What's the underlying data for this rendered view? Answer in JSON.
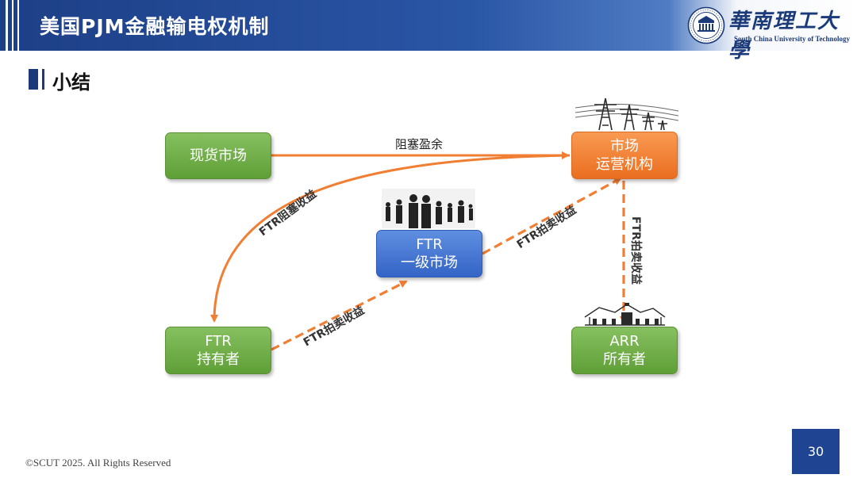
{
  "header": {
    "title": "美国PJM金融输电权机制",
    "university_cn": "華南理工大學",
    "university_en": "South China University of Technology",
    "brand_color": "#1f4592"
  },
  "section": {
    "title": "小结"
  },
  "nodes": {
    "spot_market": {
      "lines": [
        "现货市场"
      ],
      "color": "#6aa843"
    },
    "market_operator": {
      "lines": [
        "市场",
        "运营机构"
      ],
      "color": "#f07e33"
    },
    "ftr_primary": {
      "lines": [
        "FTR",
        "一级市场"
      ],
      "color": "#3d6fd1"
    },
    "ftr_holder": {
      "lines": [
        "FTR",
        "持有者"
      ],
      "color": "#6aa843"
    },
    "arr_owner": {
      "lines": [
        "ARR",
        "所有者"
      ],
      "color": "#6aa843"
    }
  },
  "edges": {
    "congestion_surplus": "阻塞盈余",
    "ftr_congestion_revenue": "FTR阻塞收益",
    "ftr_auction_revenue_operator": "FTR拍卖收益",
    "ftr_auction_revenue_holder": "FTR拍卖收益",
    "ftr_auction_revenue_arr": "FTR拍卖收益",
    "arrow_color": "#f07e33"
  },
  "icons": {
    "seal": "university-seal-icon",
    "power_tower": "power-transmission-tower-icon",
    "crowd": "business-people-icon",
    "building": "building-icon"
  },
  "footer": {
    "copyright": "©SCUT 2025. All Rights Reserved",
    "page_number": "30"
  }
}
